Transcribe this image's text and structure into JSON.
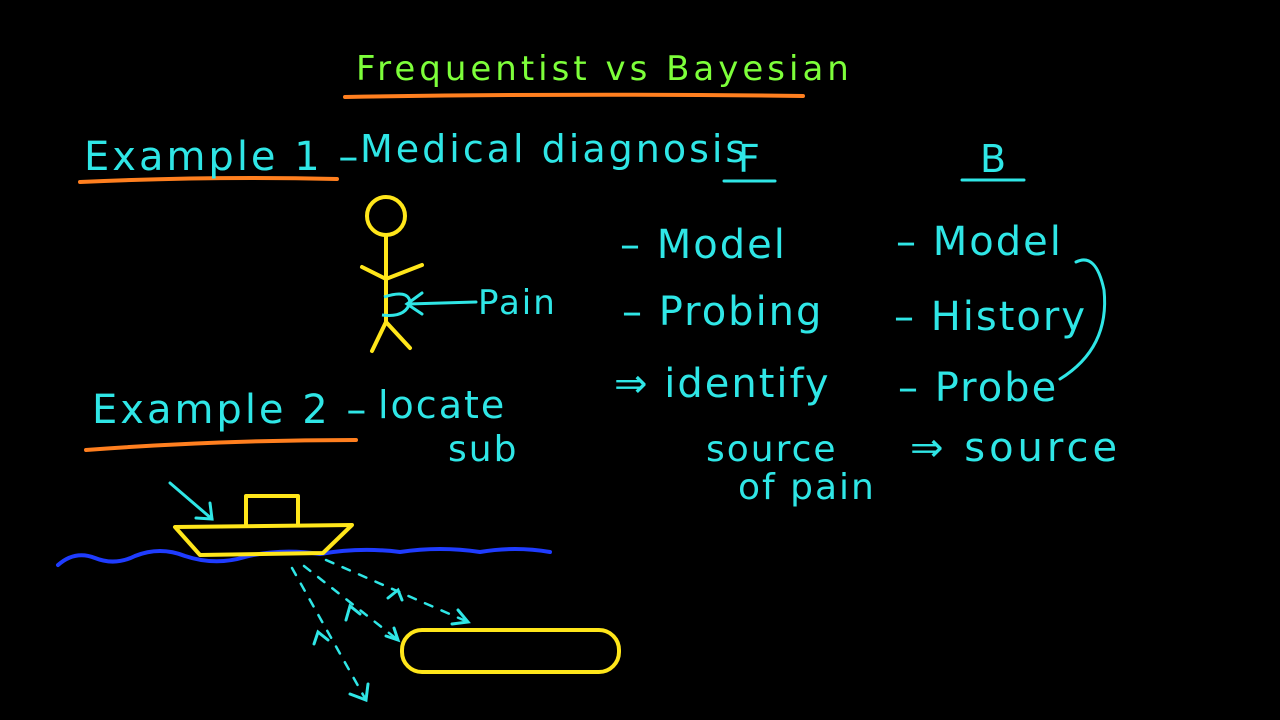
{
  "title": "Frequentist vs Bayesian",
  "example1": {
    "label": "Example 1 –",
    "topic": "Medical diagnosis",
    "pain_label": "Pain"
  },
  "example2": {
    "label": "Example 2 –",
    "topic_line1": "locate",
    "topic_line2": "sub"
  },
  "frequentist": {
    "header": "F",
    "items": [
      "– Model",
      "– Probing"
    ],
    "conclusion_line1": "⇒ identify",
    "conclusion_line2": "source",
    "conclusion_line3": "of pain"
  },
  "bayesian": {
    "header": "B",
    "items": [
      "– Model",
      "– History",
      "– Probe"
    ],
    "conclusion": "⇒ source"
  },
  "colors": {
    "title": "#7dff3a",
    "text": "#2fe6e6",
    "underline": "#ff7f1f",
    "drawing_yellow": "#ffe61a",
    "water": "#1f3cff"
  }
}
